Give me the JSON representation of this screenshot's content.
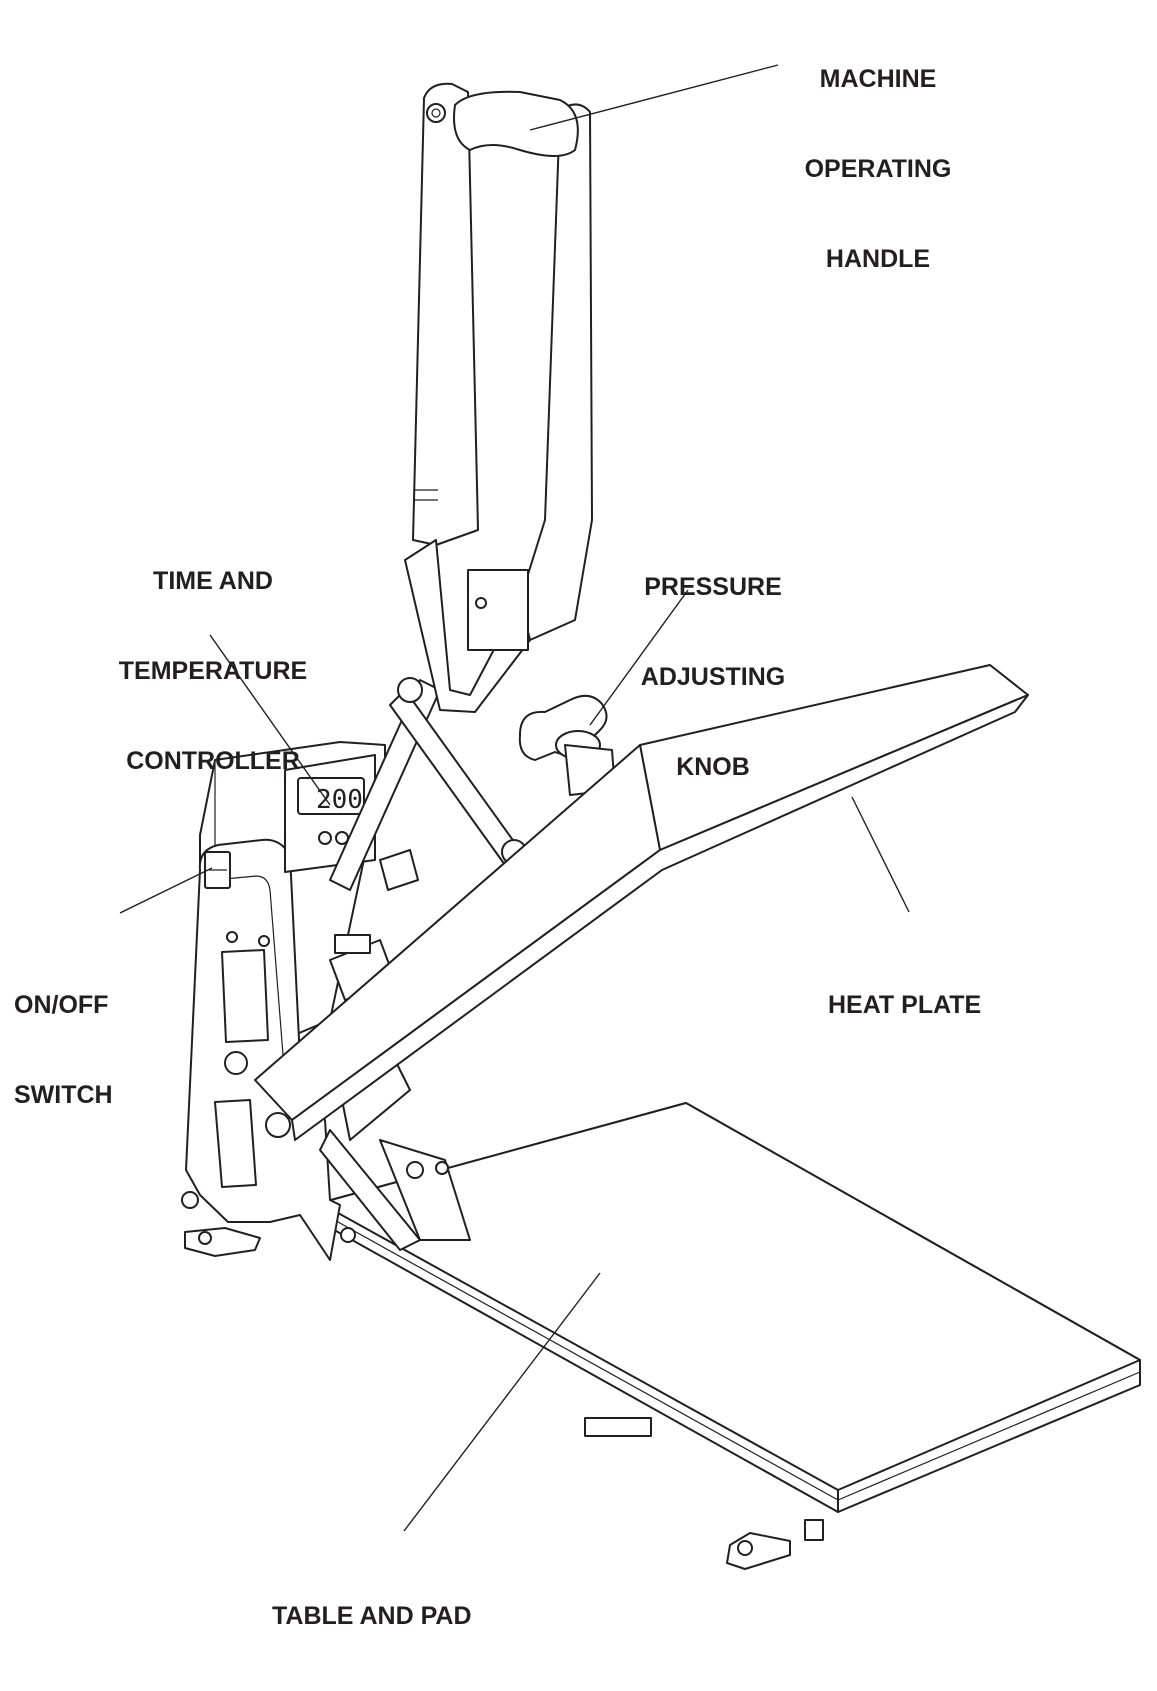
{
  "labels": {
    "handle": [
      "MACHINE",
      "OPERATING",
      "HANDLE"
    ],
    "controller": [
      "TIME AND",
      "TEMPERATURE",
      "CONTROLLER"
    ],
    "knob": [
      "PRESSURE",
      "ADJUSTING",
      "KNOB"
    ],
    "switch": [
      "ON/OFF",
      "SWITCH"
    ],
    "heat_plate": [
      "HEAT PLATE"
    ],
    "table": [
      "TABLE AND PAD"
    ]
  },
  "display": {
    "reading": "200"
  },
  "colors": {
    "ink": "#231f20",
    "paper": "#ffffff"
  }
}
